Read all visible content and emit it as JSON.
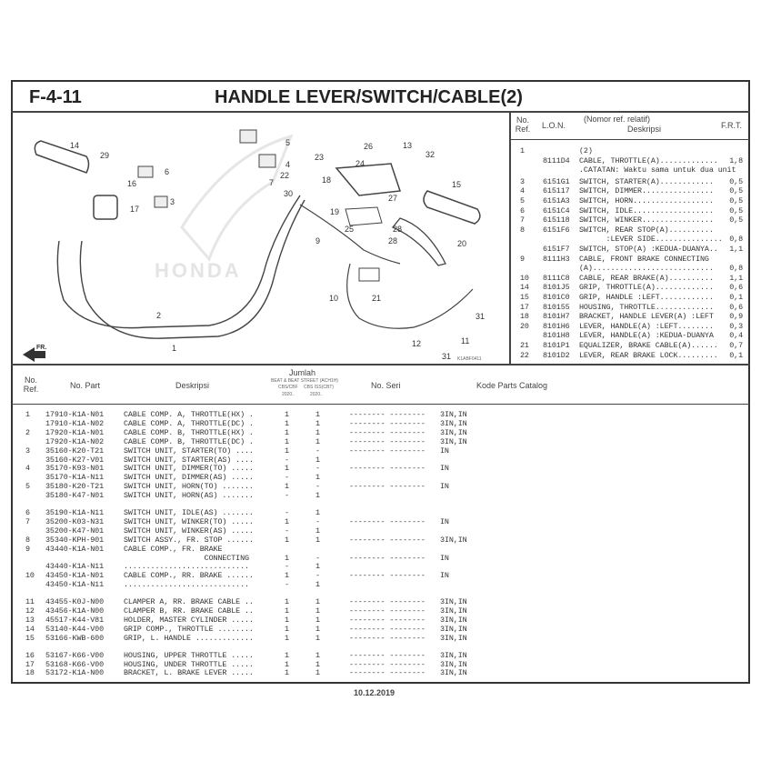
{
  "header": {
    "code": "F-4-11",
    "title": "HANDLE LEVER/SWITCH/CABLE(2)"
  },
  "diagram": {
    "callouts": [
      "14",
      "29",
      "6",
      "16",
      "3",
      "17",
      "5",
      "4",
      "22",
      "7",
      "23",
      "30",
      "26",
      "13",
      "32",
      "24",
      "18",
      "27",
      "15",
      "19",
      "25",
      "28",
      "28",
      "9",
      "20",
      "21",
      "10",
      "31",
      "11",
      "12",
      "31",
      "2",
      "1"
    ],
    "direction_label": "FR.",
    "watermark": "HONDA",
    "figure_code": "K1ABF0411"
  },
  "ref_table": {
    "headers": {
      "no_ref": "No.\nRef.",
      "lon": "L.O.N.",
      "desc_top": "(Nomor ref. relatif)",
      "desc": "Deskripsi",
      "frt": "F.R.T."
    },
    "rows": [
      {
        "ref": "1",
        "lon": "",
        "desc": "(2)",
        "frt": ""
      },
      {
        "ref": "",
        "lon": "8111D4",
        "desc": "CABLE, THROTTLE(A).............",
        "frt": "1,8"
      },
      {
        "ref": "",
        "lon": "",
        "desc": ".CATATAN: Waktu sama untuk dua unit",
        "frt": ""
      },
      {
        "ref": "3",
        "lon": "6151G1",
        "desc": "SWITCH, STARTER(A)............",
        "frt": "0,5"
      },
      {
        "ref": "4",
        "lon": "615117",
        "desc": "SWITCH, DIMMER................",
        "frt": "0,5"
      },
      {
        "ref": "5",
        "lon": "6151A3",
        "desc": "SWITCH, HORN..................",
        "frt": "0,5"
      },
      {
        "ref": "6",
        "lon": "6151C4",
        "desc": "SWITCH, IDLE..................",
        "frt": "0,5"
      },
      {
        "ref": "7",
        "lon": "615118",
        "desc": "SWITCH, WINKER................",
        "frt": "0,5"
      },
      {
        "ref": "8",
        "lon": "6151F6",
        "desc": "SWITCH, REAR STOP(A)..........",
        "frt": ""
      },
      {
        "ref": "",
        "lon": "",
        "desc": "      :LEVER SIDE...............",
        "frt": "0,8"
      },
      {
        "ref": "",
        "lon": "6151F7",
        "desc": "SWITCH, STOP(A) :KEDUA-DUANYA..",
        "frt": "1,1"
      },
      {
        "ref": "9",
        "lon": "8111H3",
        "desc": "CABLE, FRONT BRAKE CONNECTING",
        "frt": ""
      },
      {
        "ref": "",
        "lon": "",
        "desc": "(A)...........................",
        "frt": "0,8"
      },
      {
        "ref": "10",
        "lon": "8111C8",
        "desc": "CABLE, REAR BRAKE(A)..........",
        "frt": "1,1"
      },
      {
        "ref": "14",
        "lon": "8101J5",
        "desc": "GRIP, THROTTLE(A).............",
        "frt": "0,6"
      },
      {
        "ref": "15",
        "lon": "8101C0",
        "desc": "GRIP, HANDLE :LEFT............",
        "frt": "0,1"
      },
      {
        "ref": "17",
        "lon": "810155",
        "desc": "HOUSING, THROTTLE.............",
        "frt": "0,6"
      },
      {
        "ref": "18",
        "lon": "8101H7",
        "desc": "BRACKET, HANDLE LEVER(A) :LEFT",
        "frt": "0,9"
      },
      {
        "ref": "20",
        "lon": "8101H6",
        "desc": "LEVER, HANDLE(A) :LEFT........",
        "frt": "0,3"
      },
      {
        "ref": "",
        "lon": "8101H8",
        "desc": "LEVER, HANDLE(A) :KEDUA-DUANYA",
        "frt": "0,4"
      },
      {
        "ref": "21",
        "lon": "8101P1",
        "desc": "EQUALIZER, BRAKE CABLE(A)......",
        "frt": "0,7"
      },
      {
        "ref": "22",
        "lon": "8101D2",
        "desc": "LEVER, REAR BRAKE LOCK.........",
        "frt": "0,1"
      }
    ]
  },
  "parts_table": {
    "headers": {
      "no_ref": "No.\nRef.",
      "no_part": "No. Part",
      "desc": "Deskripsi",
      "jumlah": "Jumlah",
      "model": "BEAT & BEAT STREET (ACH1H)",
      "variant1": "CBS/CBF",
      "variant2": "CBS ISS(CBT)",
      "year1": "2020..",
      "year2": "2020..",
      "no_seri": "No. Seri",
      "kode": "Kode Parts Catalog"
    },
    "rows": [
      {
        "ref": "1",
        "part": "17910-K1A-N01",
        "desc": "CABLE COMP. A, THROTTLE(HX) .",
        "q1": "1",
        "q2": "1",
        "seri": "-------- --------",
        "kode": "3IN,IN"
      },
      {
        "ref": "",
        "part": "17910-K1A-N02",
        "desc": "CABLE COMP. A, THROTTLE(DC) .",
        "q1": "1",
        "q2": "1",
        "seri": "-------- --------",
        "kode": "3IN,IN"
      },
      {
        "ref": "2",
        "part": "17920-K1A-N01",
        "desc": "CABLE COMP. B, THROTTLE(HX) .",
        "q1": "1",
        "q2": "1",
        "seri": "-------- --------",
        "kode": "3IN,IN"
      },
      {
        "ref": "",
        "part": "17920-K1A-N02",
        "desc": "CABLE COMP. B, THROTTLE(DC) .",
        "q1": "1",
        "q2": "1",
        "seri": "-------- --------",
        "kode": "3IN,IN"
      },
      {
        "ref": "3",
        "part": "35160-K20-T21",
        "desc": "SWITCH UNIT, STARTER(TO) ....",
        "q1": "1",
        "q2": "-",
        "seri": "-------- --------",
        "kode": "IN"
      },
      {
        "ref": "",
        "part": "35160-K27-V01",
        "desc": "SWITCH UNIT, STARTER(AS) ....",
        "q1": "-",
        "q2": "1",
        "seri": "",
        "kode": ""
      },
      {
        "ref": "4",
        "part": "35170-K93-N01",
        "desc": "SWITCH UNIT, DIMMER(TO) .....",
        "q1": "1",
        "q2": "-",
        "seri": "-------- --------",
        "kode": "IN"
      },
      {
        "ref": "",
        "part": "35170-K1A-N11",
        "desc": "SWITCH UNIT, DIMMER(AS) .....",
        "q1": "-",
        "q2": "1",
        "seri": "",
        "kode": ""
      },
      {
        "ref": "5",
        "part": "35180-K20-T21",
        "desc": "SWITCH UNIT, HORN(TO) .......",
        "q1": "1",
        "q2": "-",
        "seri": "-------- --------",
        "kode": "IN"
      },
      {
        "ref": "",
        "part": "35180-K47-N01",
        "desc": "SWITCH UNIT, HORN(AS) .......",
        "q1": "-",
        "q2": "1",
        "seri": "",
        "kode": ""
      },
      {
        "gap": true
      },
      {
        "ref": "6",
        "part": "35190-K1A-N11",
        "desc": "SWITCH UNIT, IDLE(AS) .......",
        "q1": "-",
        "q2": "1",
        "seri": "",
        "kode": ""
      },
      {
        "ref": "7",
        "part": "35200-K03-N31",
        "desc": "SWITCH UNIT, WINKER(TO) .....",
        "q1": "1",
        "q2": "-",
        "seri": "-------- --------",
        "kode": "IN"
      },
      {
        "ref": "",
        "part": "35200-K47-N01",
        "desc": "SWITCH UNIT, WINKER(AS) .....",
        "q1": "-",
        "q2": "1",
        "seri": "",
        "kode": ""
      },
      {
        "ref": "8",
        "part": "35340-KPH-901",
        "desc": "SWITCH ASSY., FR. STOP ......",
        "q1": "1",
        "q2": "1",
        "seri": "-------- --------",
        "kode": "3IN,IN"
      },
      {
        "ref": "9",
        "part": "43440-K1A-N01",
        "desc": "CABLE COMP., FR. BRAKE",
        "q1": "",
        "q2": "",
        "seri": "",
        "kode": ""
      },
      {
        "ref": "",
        "part": "",
        "desc": "                  CONNECTING",
        "q1": "1",
        "q2": "-",
        "seri": "-------- --------",
        "kode": "IN"
      },
      {
        "ref": "",
        "part": "43440-K1A-N11",
        "desc": "............................",
        "q1": "-",
        "q2": "1",
        "seri": "",
        "kode": ""
      },
      {
        "ref": "10",
        "part": "43450-K1A-N01",
        "desc": "CABLE COMP., RR. BRAKE ......",
        "q1": "1",
        "q2": "-",
        "seri": "-------- --------",
        "kode": "IN"
      },
      {
        "ref": "",
        "part": "43450-K1A-N11",
        "desc": "............................",
        "q1": "-",
        "q2": "1",
        "seri": "",
        "kode": ""
      },
      {
        "gap": true
      },
      {
        "ref": "11",
        "part": "43455-K0J-N00",
        "desc": "CLAMPER A, RR. BRAKE CABLE ..",
        "q1": "1",
        "q2": "1",
        "seri": "-------- --------",
        "kode": "3IN,IN"
      },
      {
        "ref": "12",
        "part": "43456-K1A-N00",
        "desc": "CLAMPER B, RR. BRAKE CABLE ..",
        "q1": "1",
        "q2": "1",
        "seri": "-------- --------",
        "kode": "3IN,IN"
      },
      {
        "ref": "13",
        "part": "45517-K44-V81",
        "desc": "HOLDER, MASTER CYLINDER .....",
        "q1": "1",
        "q2": "1",
        "seri": "-------- --------",
        "kode": "3IN,IN"
      },
      {
        "ref": "14",
        "part": "53140-K44-V00",
        "desc": "GRIP COMP., THROTTLE ........",
        "q1": "1",
        "q2": "1",
        "seri": "-------- --------",
        "kode": "3IN,IN"
      },
      {
        "ref": "15",
        "part": "53166-KWB-600",
        "desc": "GRIP, L. HANDLE .............",
        "q1": "1",
        "q2": "1",
        "seri": "-------- --------",
        "kode": "3IN,IN"
      },
      {
        "gap": true
      },
      {
        "ref": "16",
        "part": "53167-K66-V00",
        "desc": "HOUSING, UPPER THROTTLE .....",
        "q1": "1",
        "q2": "1",
        "seri": "-------- --------",
        "kode": "3IN,IN"
      },
      {
        "ref": "17",
        "part": "53168-K66-V00",
        "desc": "HOUSING, UNDER THROTTLE .....",
        "q1": "1",
        "q2": "1",
        "seri": "-------- --------",
        "kode": "3IN,IN"
      },
      {
        "ref": "18",
        "part": "53172-K1A-N00",
        "desc": "BRACKET, L. BRAKE LEVER .....",
        "q1": "1",
        "q2": "1",
        "seri": "-------- --------",
        "kode": "3IN,IN"
      }
    ]
  },
  "footer": {
    "date": "10.12.2019"
  }
}
